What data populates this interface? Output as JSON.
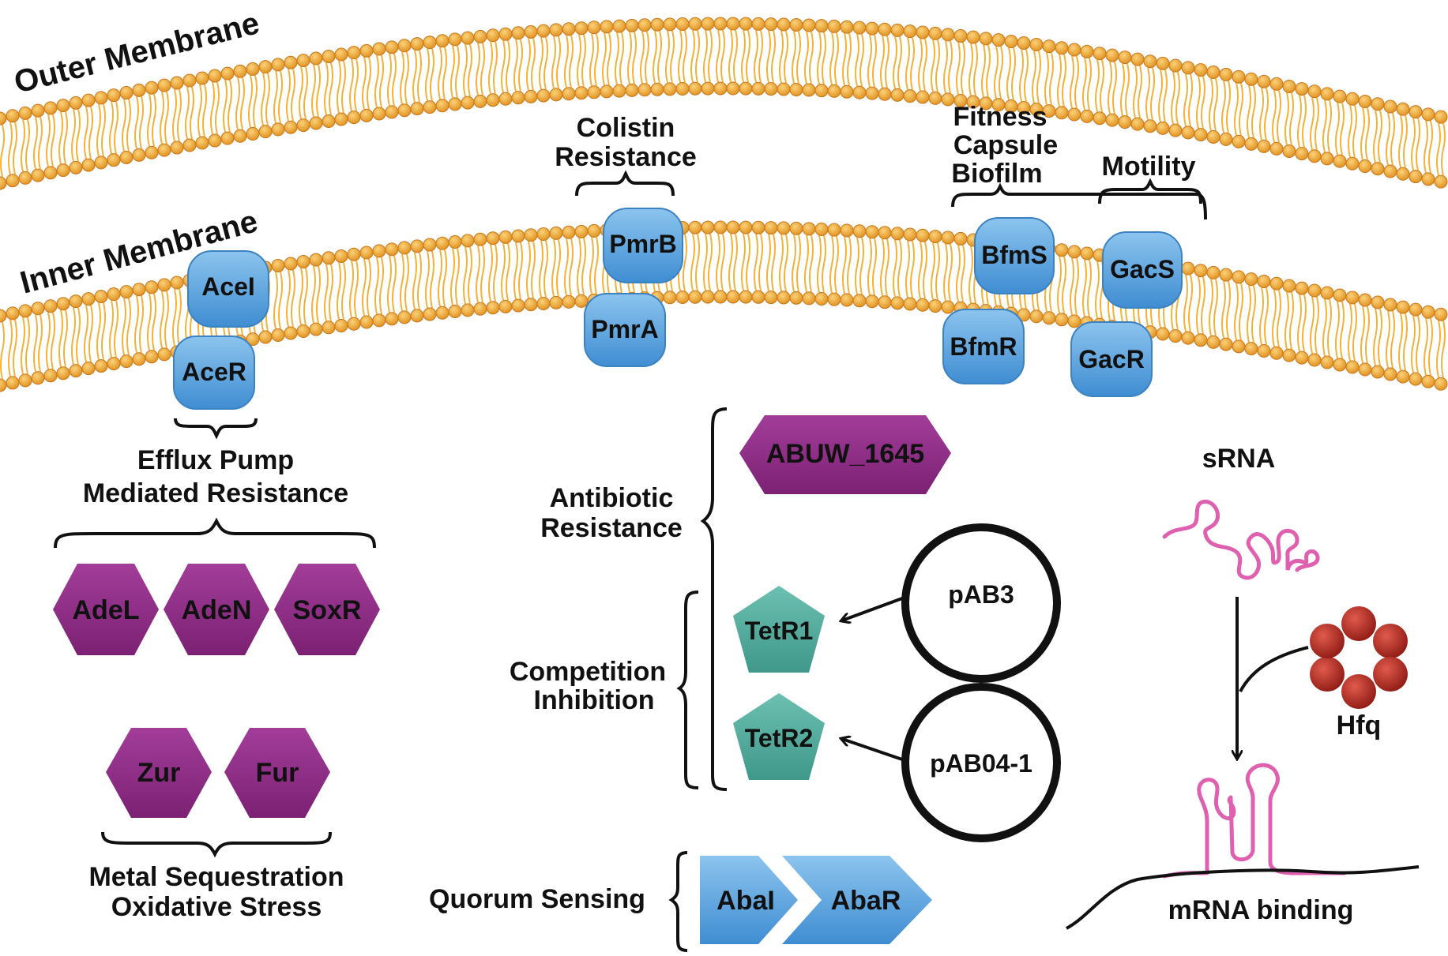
{
  "membranes": {
    "outer_label": "Outer Membrane",
    "inner_label": "Inner Membrane"
  },
  "systems": {
    "colistin": {
      "label_line1": "Colistin",
      "label_line2": "Resistance",
      "sensor": "PmrB",
      "regulator": "PmrA"
    },
    "fitness": {
      "label_line1": "Fitness",
      "label_line2": "Capsule",
      "label_line3": "Biofilm",
      "sensor": "BfmS",
      "regulator": "BfmR"
    },
    "motility": {
      "label": "Motility",
      "sensor": "GacS",
      "regulator": "GacR"
    },
    "efflux": {
      "sensor": "AceI",
      "regulator": "AceR",
      "label_line1": "Efflux Pump",
      "label_line2": "Mediated Resistance"
    }
  },
  "efflux_regulators": [
    "AdeL",
    "AdeN",
    "SoxR"
  ],
  "metal_regulators": [
    "Zur",
    "Fur"
  ],
  "metal_label": {
    "line1": "Metal Sequestration",
    "line2": "Oxidative Stress"
  },
  "antibiotic": {
    "label_line1": "Antibiotic",
    "label_line2": "Resistance",
    "regulator": "ABUW_1645"
  },
  "competition": {
    "label_line1": "Competition",
    "label_line2": "Inhibition",
    "regulators": [
      "TetR1",
      "TetR2"
    ],
    "plasmids": [
      "pAB3",
      "pAB04-1"
    ]
  },
  "quorum": {
    "label": "Quorum Sensing",
    "genes": [
      "AbaI",
      "AbaR"
    ]
  },
  "srna": {
    "label": "sRNA",
    "chaperone": "Hfq",
    "binding_label": "mRNA binding"
  },
  "colors": {
    "membrane_head": "#f0a234",
    "membrane_head_edge": "#c9781a",
    "membrane_tail": "#f2b23a",
    "blue_protein": "#5aa3de",
    "purple_regulator": "#8e2b86",
    "teal_regulator": "#4ea99a",
    "quorum_arrow": "#5aa3de",
    "rna_pink": "#e060b0",
    "hfq_red": "#b3261e"
  }
}
